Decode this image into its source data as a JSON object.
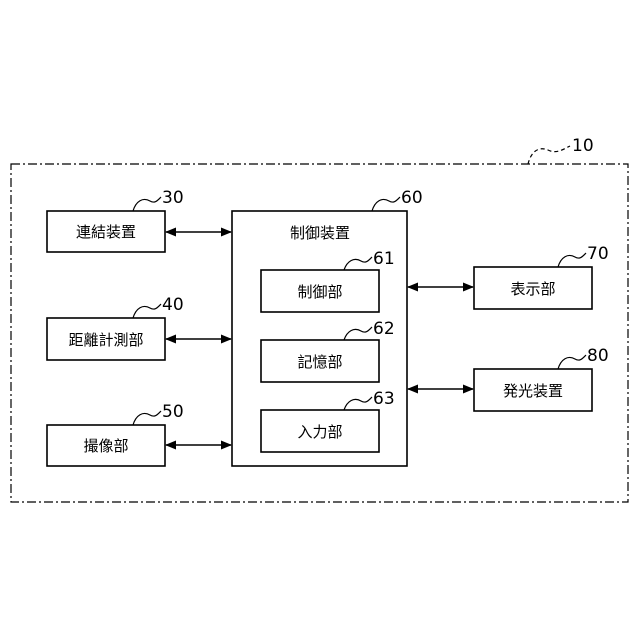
{
  "outer": {
    "ref": "10"
  },
  "left_blocks": [
    {
      "label": "連結装置",
      "ref": "30"
    },
    {
      "label": "距離計測部",
      "ref": "40"
    },
    {
      "label": "撮像部",
      "ref": "50"
    }
  ],
  "controller": {
    "label": "制御装置",
    "ref": "60",
    "sub_blocks": [
      {
        "label": "制御部",
        "ref": "61"
      },
      {
        "label": "記憶部",
        "ref": "62"
      },
      {
        "label": "入力部",
        "ref": "63"
      }
    ]
  },
  "right_blocks": [
    {
      "label": "表示部",
      "ref": "70"
    },
    {
      "label": "発光装置",
      "ref": "80"
    }
  ]
}
